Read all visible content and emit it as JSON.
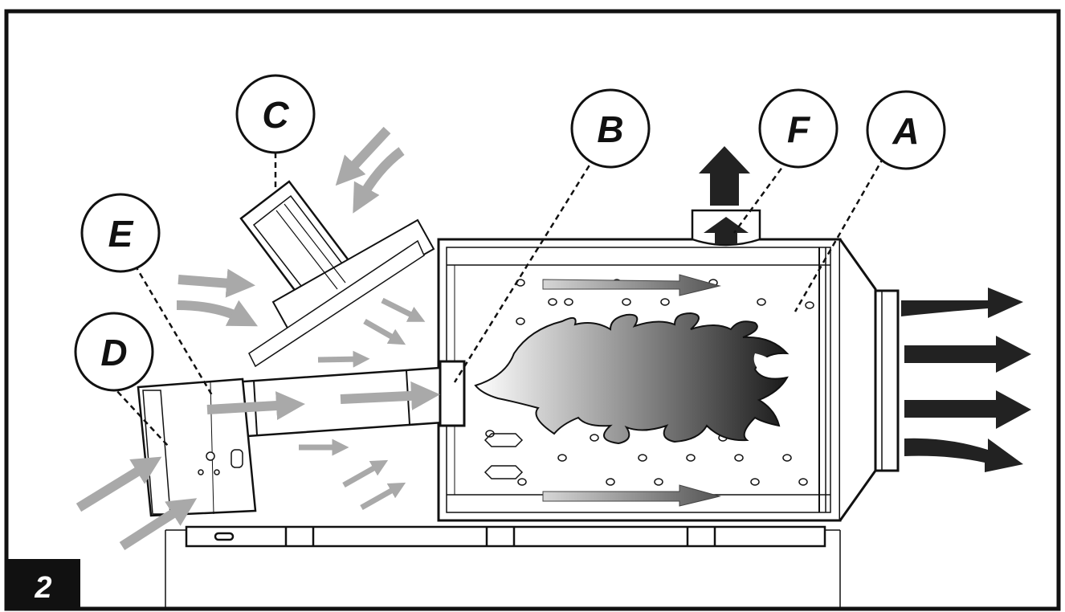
{
  "figure": {
    "number": "2"
  },
  "callouts": [
    {
      "id": "A",
      "text": "A"
    },
    {
      "id": "B",
      "text": "B"
    },
    {
      "id": "C",
      "text": "C"
    },
    {
      "id": "D",
      "text": "D"
    },
    {
      "id": "E",
      "text": "E"
    },
    {
      "id": "F",
      "text": "F"
    }
  ],
  "colors": {
    "line": "#111111",
    "arrow_gray": "#a9a9a9",
    "arrow_dark": "#222222"
  }
}
